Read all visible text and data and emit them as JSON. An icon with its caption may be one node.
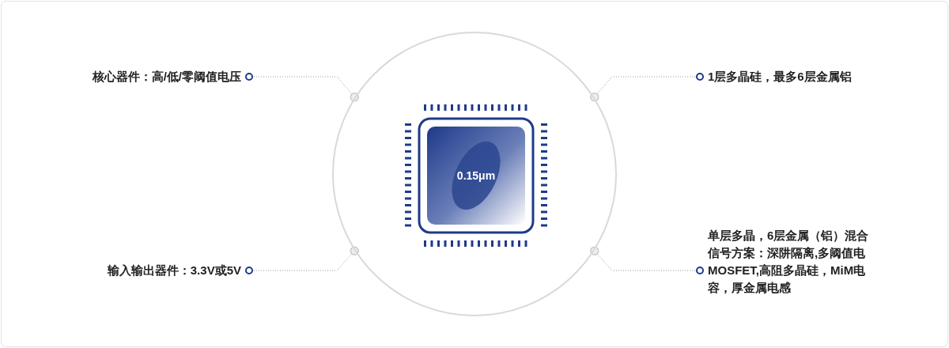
{
  "diagram": {
    "nodes": [
      {
        "text": [
          "核心器件：高/低/零阈值电压"
        ]
      },
      {
        "text": [
          "1层多晶硅，最多6层金属铝"
        ]
      },
      {
        "text": [],
        "shape": "circle"
      },
      {
        "text": [
          "0.15μm"
        ],
        "in": 2
      },
      {
        "text": [
          "输入输出器件：3.3V或5V"
        ]
      },
      {
        "text": [
          "单层多晶，6层金属（铝）混合信号方案：深阱隔离,多阈值电MOSFET,高阻多晶硅，MiM电容，厚金属电感"
        ]
      }
    ],
    "edges": [
      {
        "from": 0,
        "to": 2,
        "arrow": "other",
        "style": "dashed"
      },
      {
        "from": 1,
        "to": 2,
        "arrow": "other",
        "style": "dashed"
      },
      {
        "from": 4,
        "to": 2,
        "arrow": "other",
        "style": "dashed"
      },
      {
        "from": 5,
        "to": 2,
        "arrow": "other",
        "style": "dashed"
      }
    ]
  }
}
